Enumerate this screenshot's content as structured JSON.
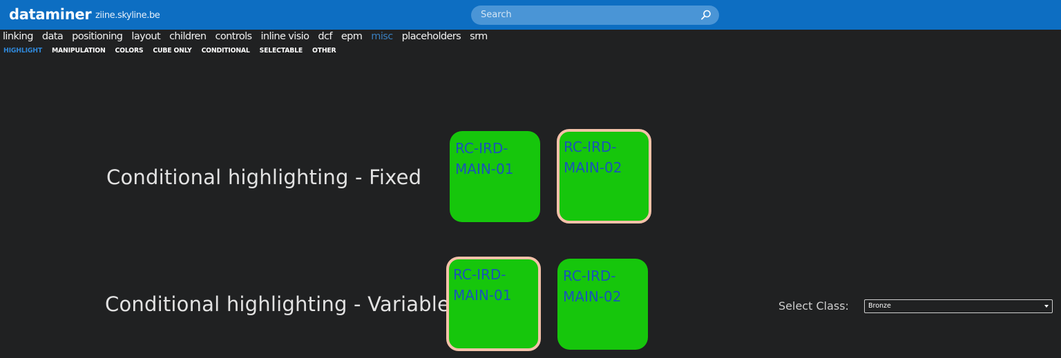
{
  "header": {
    "brand": "dataminer",
    "host": "ziine.skyline.be",
    "search_placeholder": "Search"
  },
  "nav": {
    "items": [
      "linking",
      "data",
      "positioning",
      "layout",
      "children",
      "controls",
      "inline visio",
      "dcf",
      "epm",
      "misc",
      "placeholders",
      "srm"
    ],
    "active": "misc"
  },
  "subnav": {
    "items": [
      "HIGHLIGHT",
      "MANIPULATION",
      "COLORS",
      "CUBE ONLY",
      "CONDITIONAL",
      "SELECTABLE",
      "OTHER"
    ],
    "active": "HIGHLIGHT"
  },
  "rows": {
    "fixed": {
      "label": "Conditional highlighting - Fixed",
      "card1": "RC-IRD-\nMAIN-01",
      "card2": "RC-IRD-\nMAIN-02"
    },
    "variable": {
      "label": "Conditional highlighting - Variable",
      "card1": "RC-IRD-\nMAIN-01",
      "card2": "RC-IRD-\nMAIN-02"
    }
  },
  "select_class": {
    "label": "Select Class:",
    "value": "Bronze"
  },
  "colors": {
    "header_bg": "#0d6ec2",
    "card_green": "#16c60c",
    "highlight_border": "#f5c1a9",
    "card_text": "#1a54b8"
  }
}
